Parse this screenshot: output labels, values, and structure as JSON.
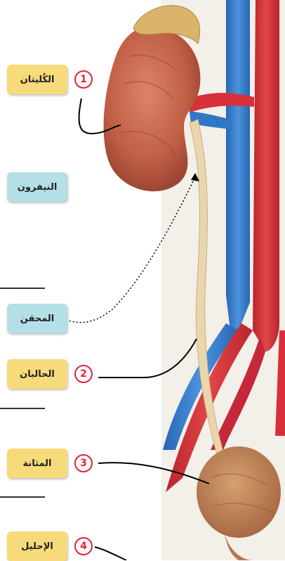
{
  "labels": {
    "kidneys": "الكُليتان",
    "nephron": "النيفرون",
    "cortex": "المحقن",
    "ureters": "الحالبان",
    "bladder": "المثانة",
    "urethra": "الإحليل"
  },
  "numbers": {
    "n1": "1",
    "n2": "2",
    "n3": "3",
    "n4": "4"
  },
  "colors": {
    "label_yellow": "#f7da7a",
    "label_blue": "#b4dfe7",
    "number_red": "#e0233a",
    "artery_red": "#d8303a",
    "vein_blue": "#2f78c8",
    "kidney": "#c76a50",
    "ureter": "#ead6ad"
  }
}
